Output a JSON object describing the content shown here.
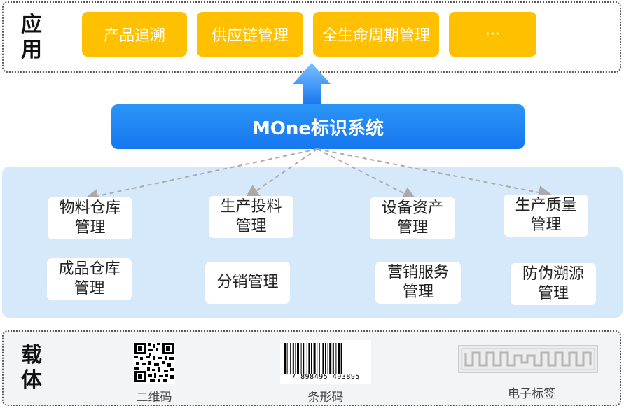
{
  "application": {
    "label": "应用",
    "items": [
      "产品追溯",
      "供应链管理",
      "全生命周期管理",
      "···"
    ]
  },
  "core_system": "MOne标识系统",
  "modules": [
    "物料仓库\n管理",
    "生产投料\n管理",
    "设备资产\n管理",
    "生产质量\n管理",
    "成品仓库\n管理",
    "分销管理",
    "营销服务\n管理",
    "防伪溯源\n管理"
  ],
  "carrier": {
    "label": "载体",
    "items": [
      {
        "caption": "二维码",
        "icon": "qr-code-icon"
      },
      {
        "caption": "条形码",
        "icon": "barcode-icon",
        "digits": "7 898495 493895"
      },
      {
        "caption": "电子标签",
        "icon": "rfid-tag-icon"
      }
    ]
  },
  "colors": {
    "app_button": "#ffc000",
    "core": "#1677f0",
    "panel": "#d6e9fb",
    "arrow": "#2b95f7"
  }
}
